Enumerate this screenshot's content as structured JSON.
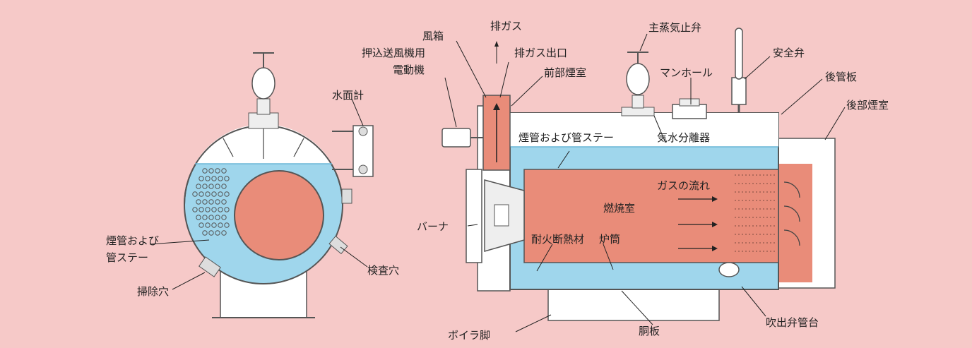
{
  "colors": {
    "background": "#f6c9c8",
    "water": "#9fd6ec",
    "fire": "#e98c79",
    "steel_outline": "#555555",
    "steam_space": "#ffffff"
  },
  "labels": {
    "exhaust_gas": "排ガス",
    "wind_box": "風箱",
    "exhaust_outlet": "排ガス出口",
    "main_stop_valve": "主蒸気止弁",
    "blower_motor_l1": "押込送風機用",
    "blower_motor_l2": "電動機",
    "front_smoke_box": "前部煙室",
    "manhole": "マンホール",
    "safety_valve": "安全弁",
    "rear_tube_plate": "後管板",
    "rear_smoke_box": "後部煙室",
    "water_gauge": "水面計",
    "smoke_tube_stay_right": "煙管および管ステー",
    "steam_separator": "気水分離器",
    "gas_flow": "ガスの流れ",
    "combustion_chamber": "燃焼室",
    "burner": "バーナ",
    "refractory": "耐火断熱材",
    "furnace": "炉筒",
    "smoke_tube_stay_left_l1": "煙管および",
    "smoke_tube_stay_left_l2": "管ステー",
    "inspection_hole": "検査穴",
    "cleaning_hole": "掃除穴",
    "boiler_leg": "ボイラ脚",
    "shell_plate": "胴板",
    "blowdown_valve_seat": "吹出弁管台"
  }
}
